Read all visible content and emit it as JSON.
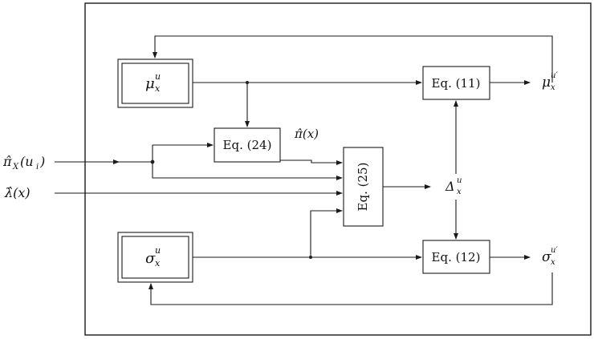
{
  "blocks": {
    "eq11": "Eq. (11)",
    "eq12": "Eq. (12)",
    "eq24": "Eq. (24)",
    "eq25": "Eq. (25)",
    "mu_base": "μ",
    "mu_sub": "x",
    "mu_sup": "u",
    "sigma_base": "σ",
    "sigma_sub": "x",
    "sigma_sup": "u"
  },
  "signals": {
    "pi_x_base": "π̂",
    "pi_x_sub": "X",
    "pi_x_arg": "(u",
    "pi_x_arg_sub": "i",
    "pi_x_close": ")",
    "lambda_hat": "λ̂(x)",
    "pi_hat": "π̂(x)",
    "delta_base": "Δ",
    "delta_sub": "x",
    "delta_sup": "u",
    "mu_out_base": "μ",
    "mu_out_sub": "x",
    "mu_out_sup": "u′",
    "sigma_out_base": "σ",
    "sigma_out_sub": "x",
    "sigma_out_sup": "u′"
  }
}
